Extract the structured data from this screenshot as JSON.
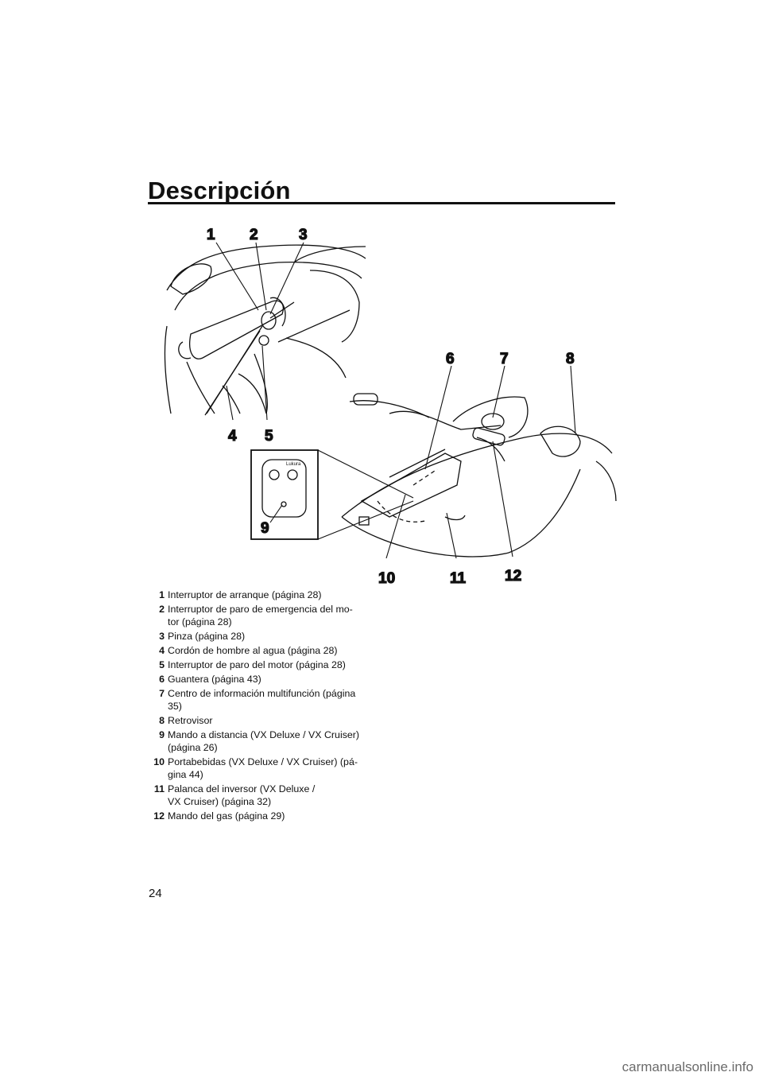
{
  "header": {
    "title": "Descripción"
  },
  "figure": {
    "callouts": [
      "1",
      "2",
      "3",
      "4",
      "5",
      "6",
      "7",
      "8",
      "9",
      "10",
      "11",
      "12"
    ],
    "remote_label": "Lukura"
  },
  "legend": [
    {
      "num": "1",
      "text": "Interruptor de arranque (página 28)"
    },
    {
      "num": "2",
      "text": "Interruptor de paro de emergencia del mo-\ntor (página 28)"
    },
    {
      "num": "3",
      "text": "Pinza (página 28)"
    },
    {
      "num": "4",
      "text": "Cordón de hombre al agua (página 28)"
    },
    {
      "num": "5",
      "text": "Interruptor de paro del motor (página 28)"
    },
    {
      "num": "6",
      "text": "Guantera (página 43)"
    },
    {
      "num": "7",
      "text": "Centro de información multifunción (página\n35)"
    },
    {
      "num": "8",
      "text": "Retrovisor"
    },
    {
      "num": "9",
      "text": "Mando a distancia (VX Deluxe / VX Cruiser)\n(página 26)"
    },
    {
      "num": "10",
      "text": "Portabebidas (VX Deluxe / VX Cruiser) (pá-\ngina 44)"
    },
    {
      "num": "11",
      "text": "Palanca del inversor (VX Deluxe /\nVX Cruiser) (página 32)"
    },
    {
      "num": "12",
      "text": "Mando del gas (página 29)"
    }
  ],
  "footer": {
    "page_number": "24",
    "watermark": "carmanualsonline.info"
  }
}
